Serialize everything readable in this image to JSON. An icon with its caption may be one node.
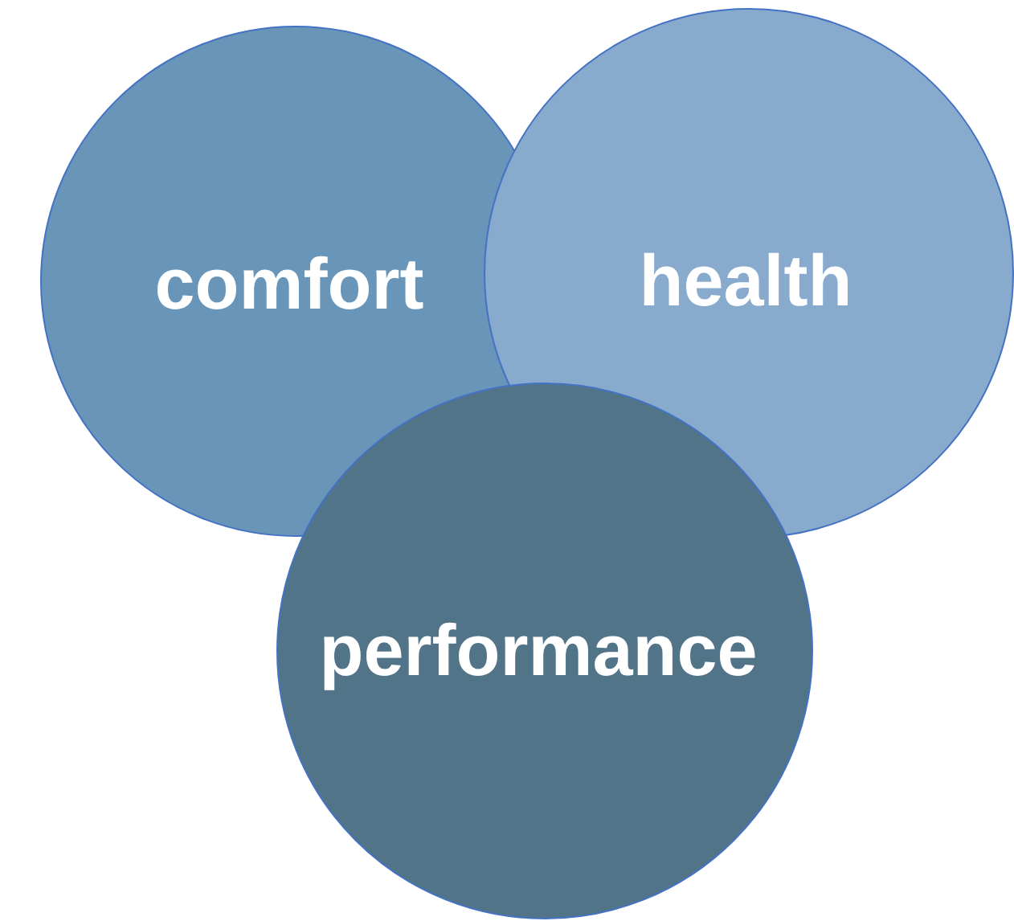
{
  "diagram": {
    "nodes": [
      {
        "text": [
          "comfort"
        ]
      },
      {
        "text": [
          "health"
        ]
      },
      {
        "text": [
          "performance"
        ]
      }
    ]
  }
}
